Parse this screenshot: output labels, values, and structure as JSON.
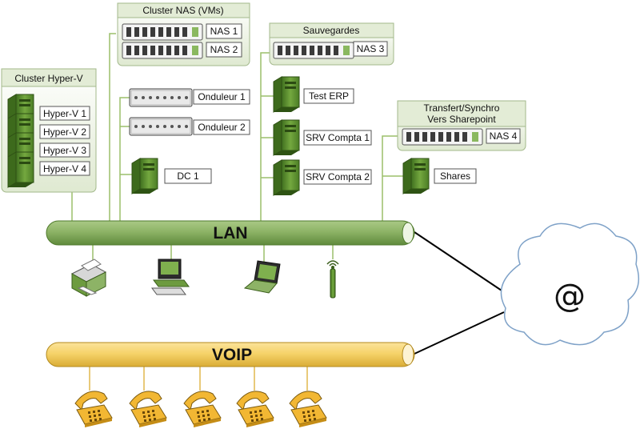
{
  "groups": {
    "nas_cluster": "Cluster NAS (VMs)",
    "backups": "Sauvegardes",
    "hyperv_cluster": "Cluster Hyper-V",
    "sync": [
      "Transfert/Synchro",
      "Vers Sharepoint"
    ]
  },
  "labels": {
    "nas1": "NAS 1",
    "nas2": "NAS 2",
    "nas3": "NAS 3",
    "nas4": "NAS 4",
    "hv1": "Hyper-V 1",
    "hv2": "Hyper-V 2",
    "hv3": "Hyper-V 3",
    "hv4": "Hyper-V 4",
    "ups1": "Onduleur 1",
    "ups2": "Onduleur 2",
    "dc1": "DC 1",
    "test_erp": "Test ERP",
    "srv_compta1": "SRV Compta 1",
    "srv_compta2": "SRV Compta 2",
    "shares": "Shares"
  },
  "networks": {
    "lan": "LAN",
    "voip": "VOIP",
    "internet": "@"
  },
  "colors": {
    "lan_bus": "#8db366",
    "voip_bus": "#f6d36a",
    "group_fill": "#e6efda",
    "group_stroke": "#a3b98b",
    "line": "#9bbf6a",
    "phone": "#f2b733"
  }
}
